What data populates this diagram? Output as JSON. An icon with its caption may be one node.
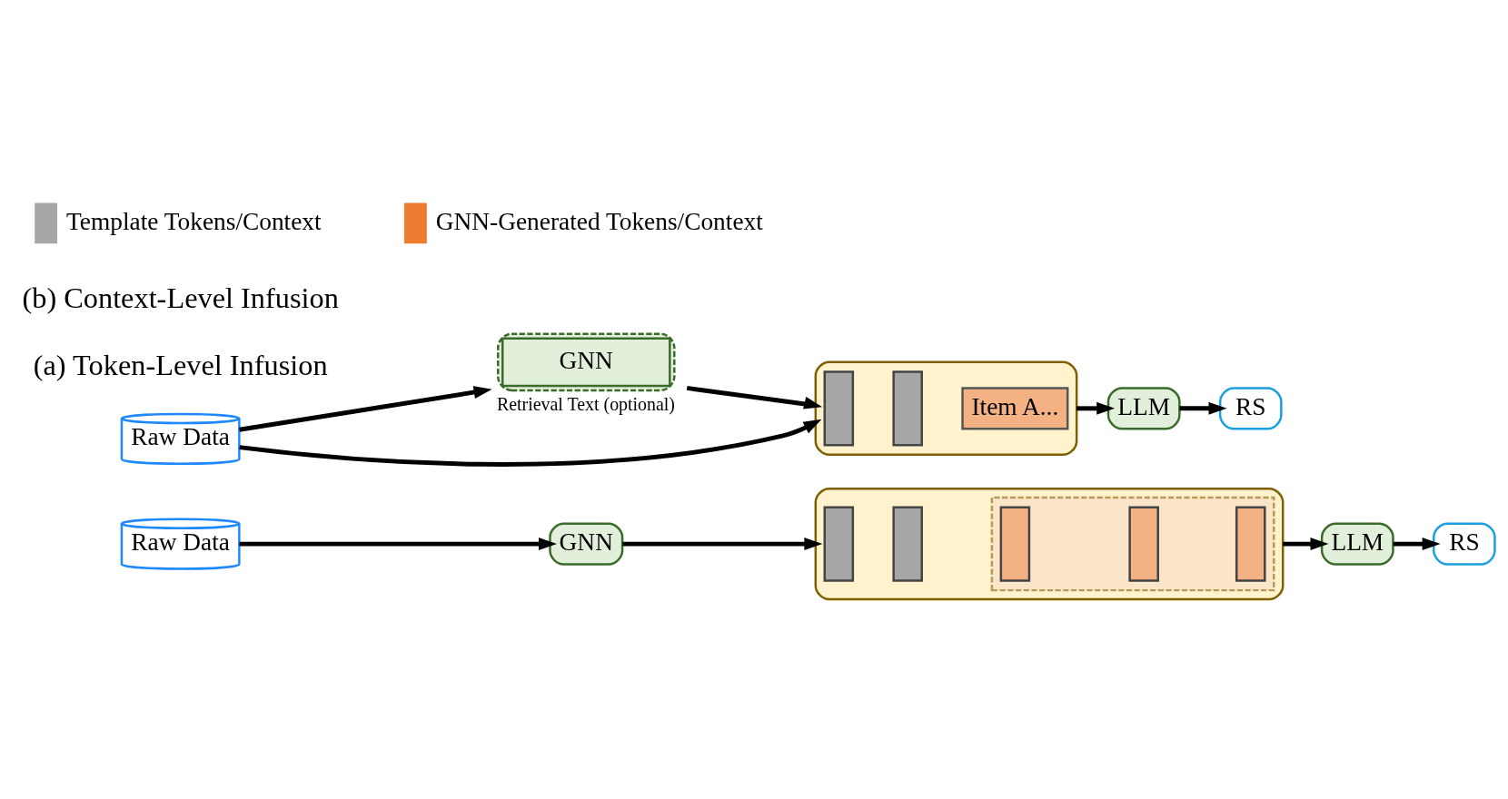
{
  "diagram": {
    "nodes": [
      {
        "text": [
          "Raw Data"
        ]
      },
      {
        "text": [
          "GNN"
        ]
      },
      {
        "text": [],
        "shape": "box"
      },
      {
        "text": [],
        "shape": "bar",
        "in": 2
      },
      {
        "text": [],
        "shape": "bar",
        "in": 2
      },
      {
        "text": [],
        "shape": "box",
        "in": 2
      },
      {
        "text": [],
        "shape": "bar",
        "in": 5
      },
      {
        "text": [],
        "shape": "bar",
        "in": 5
      },
      {
        "text": [],
        "shape": "bar",
        "in": 5
      },
      {
        "text": [
          "LLM"
        ]
      },
      {
        "text": [
          "RS"
        ]
      },
      {
        "text": [
          "Raw Data"
        ]
      },
      {
        "text": [
          "GNN"
        ],
        "beside": [
          "Retrieval Text (optional)"
        ]
      },
      {
        "text": [],
        "shape": "box"
      },
      {
        "text": [],
        "shape": "bar",
        "in": 13
      },
      {
        "text": [],
        "shape": "bar",
        "in": 13
      },
      {
        "text": [
          "Item A..."
        ],
        "in": 13
      },
      {
        "text": [
          "LLM"
        ]
      },
      {
        "text": [
          "RS"
        ]
      }
    ],
    "edges": [
      {
        "from": 0,
        "to": 1,
        "arrow": "to"
      },
      {
        "from": 1,
        "to": 2,
        "arrow": "to"
      },
      {
        "from": 2,
        "to": 9,
        "arrow": "to"
      },
      {
        "from": 9,
        "to": 10,
        "arrow": "to"
      },
      {
        "from": 11,
        "to": 13,
        "arrow": "to"
      },
      {
        "from": 11,
        "to": 12,
        "arrow": "to"
      },
      {
        "from": 12,
        "to": 13,
        "arrow": "to"
      },
      {
        "from": 13,
        "to": 17,
        "arrow": "to"
      },
      {
        "from": 17,
        "to": 18,
        "arrow": "to"
      }
    ],
    "labels": [
      "(a) Token-Level Infusion",
      "(b) Context-Level Infusion"
    ],
    "legend": [
      {
        "text": "Template Tokens/Context",
        "color": "#a6a6a6"
      },
      {
        "text": "GNN-Generated Tokens/Context",
        "color": "#ed7d31"
      }
    ]
  }
}
